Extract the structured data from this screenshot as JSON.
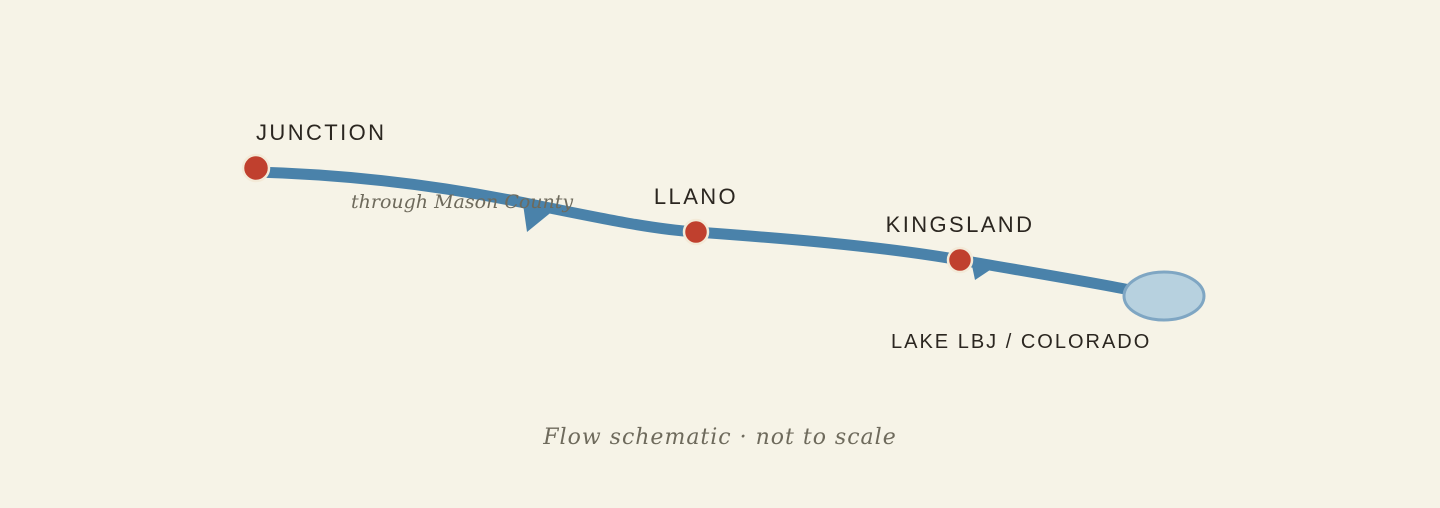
{
  "colors": {
    "background": "#f6f3e7",
    "river": "#4a82aa",
    "town_marker": "#c0402e",
    "town_marker_ring": "#f3ead8",
    "lake_fill": "#b7d1df",
    "lake_stroke": "#7fa6c3",
    "label_text": "#2b2620",
    "note_text": "#6e6a5c"
  },
  "towns": [
    {
      "id": "junction",
      "label": "JUNCTION"
    },
    {
      "id": "llano",
      "label": "LLANO"
    },
    {
      "id": "kingsland",
      "label": "KINGSLAND"
    }
  ],
  "destination": {
    "label": "LAKE LBJ / COLORADO",
    "icon": "lake-icon"
  },
  "segment_note": "through Mason County",
  "flow_arrows": [
    "flow-direction-arrow",
    "flow-direction-arrow"
  ],
  "caption": "Flow schematic · not to scale"
}
